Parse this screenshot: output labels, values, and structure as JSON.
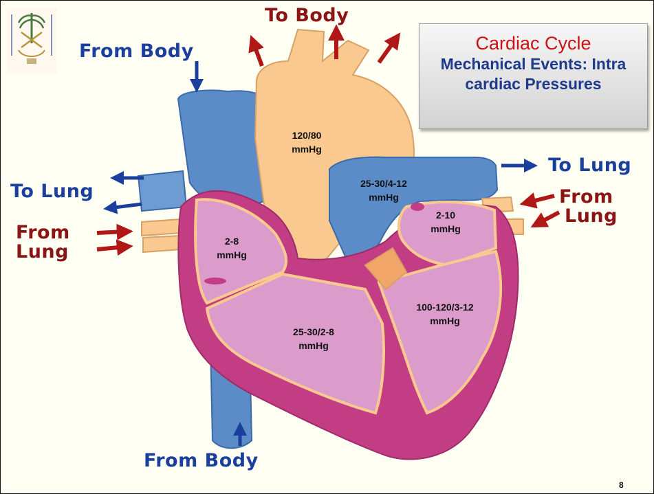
{
  "title": {
    "main": "Cardiac Cycle",
    "sub": "Mechanical Events: Intra cardiac Pressures"
  },
  "flow_labels": {
    "to_body": "To Body",
    "from_body_top": "From Body",
    "from_body_bottom": "From Body",
    "to_lung_left": "To Lung",
    "to_lung_right": "To Lung",
    "from_lung_left_1": "From",
    "from_lung_left_2": "Lung",
    "from_lung_right_1": "From",
    "from_lung_right_2": "Lung"
  },
  "pressures": {
    "aorta_1": "120/80",
    "aorta_2": "mmHg",
    "pulmonary_artery_1": "25-30/4-12",
    "pulmonary_artery_2": "mmHg",
    "left_atrium_1": "2-10",
    "left_atrium_2": "mmHg",
    "right_atrium_1": "2-8",
    "right_atrium_2": "mmHg",
    "right_ventricle_1": "25-30/2-8",
    "right_ventricle_2": "mmHg",
    "left_ventricle_1": "100-120/3-12",
    "left_ventricle_2": "mmHg"
  },
  "page_number": "8",
  "colors": {
    "vessel_blue": "#5b8cc8",
    "aorta_peach": "#f9c98f",
    "heart_pink": "#dc9ccb",
    "heart_magenta": "#c33d84",
    "arrow_blue": "#1a3f9c",
    "arrow_red": "#b01818",
    "title_red": "#cc1111"
  },
  "icons": [
    "king-saud-university-logo",
    "blue-arrow-icon",
    "red-arrow-icon"
  ]
}
